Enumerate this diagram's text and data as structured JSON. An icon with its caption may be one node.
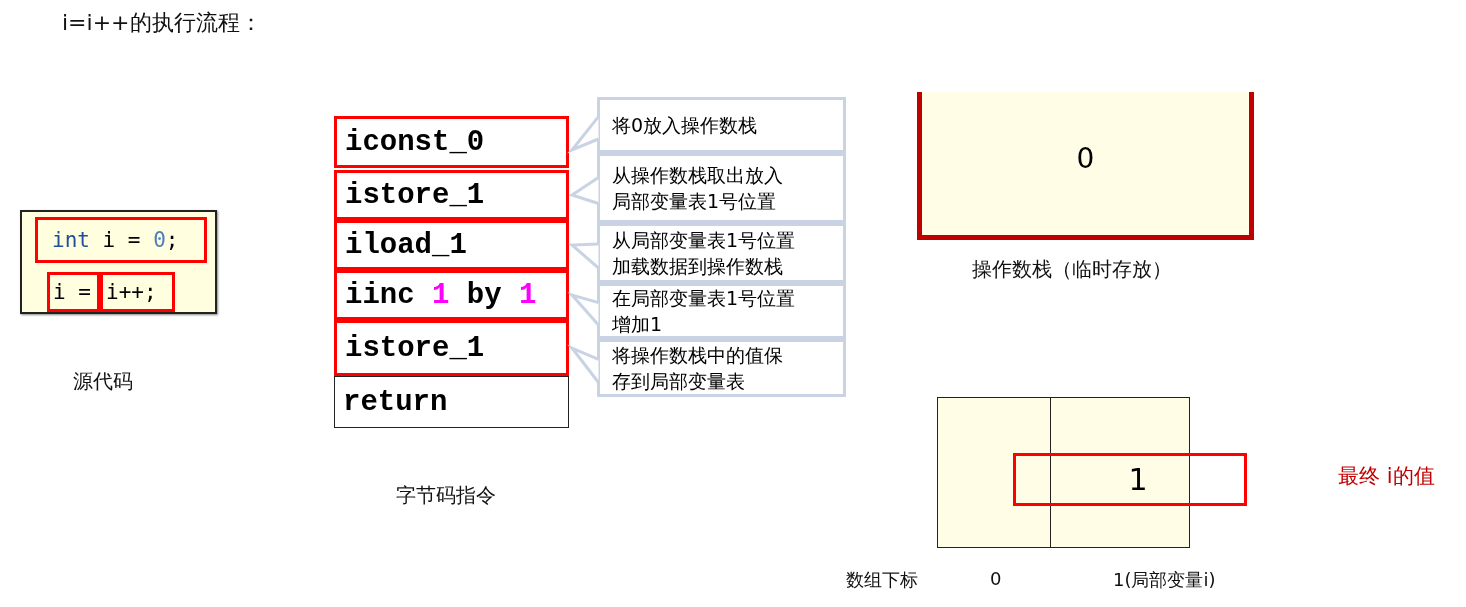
{
  "diagram": {
    "title": "i=i++的执行流程：",
    "nodes": [
      {
        "text": [],
        "shape": "box",
        "beside": [
          "源代码"
        ]
      },
      {
        "text": [
          "int i = 0;"
        ],
        "in": 0
      },
      {
        "text": [
          "i ="
        ],
        "in": 0
      },
      {
        "text": [
          "i++;"
        ],
        "in": 0
      },
      {
        "text": [
          "iconst_0"
        ]
      },
      {
        "text": [
          "istore_1"
        ]
      },
      {
        "text": [
          "iload_1"
        ]
      },
      {
        "text": [
          "iinc 1 by 1"
        ]
      },
      {
        "text": [
          "istore_1"
        ]
      },
      {
        "text": [
          "return"
        ]
      },
      {
        "text": [
          "将0放入操作数栈"
        ]
      },
      {
        "text": [
          "从操作数栈取出放入局部变量表1号位置"
        ]
      },
      {
        "text": [
          "从局部变量表1号位置加载数据到操作数栈"
        ]
      },
      {
        "text": [
          "在局部变量表1号位置增加1"
        ]
      },
      {
        "text": [
          "将操作数栈中的值保存到局部变量表"
        ]
      },
      {
        "text": [
          "0"
        ],
        "beside": [
          "操作数栈（临时存放）"
        ]
      },
      {
        "text": [],
        "shape": "box"
      },
      {
        "text": [
          "1"
        ]
      }
    ],
    "edges": [
      {
        "from": 10,
        "to": 4,
        "arrow": "to"
      },
      {
        "from": 11,
        "to": 5,
        "arrow": "to"
      },
      {
        "from": 12,
        "to": 6,
        "arrow": "to"
      },
      {
        "from": 13,
        "to": 7,
        "arrow": "to"
      },
      {
        "from": 14,
        "to": 8,
        "arrow": "to"
      }
    ],
    "labels": [
      "字节码指令",
      "数组下标",
      "0",
      "1(局部变量i)",
      "最终 i的值"
    ]
  }
}
